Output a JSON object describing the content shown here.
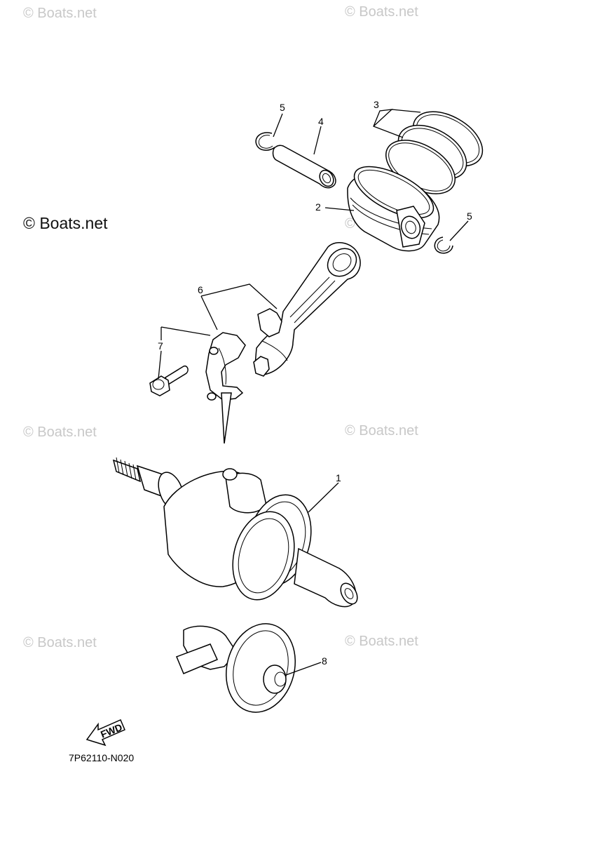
{
  "watermark": {
    "small_text": "© Boats.net",
    "large_text": "© Boats.net"
  },
  "diagram": {
    "callouts": [
      "1",
      "2",
      "3",
      "4",
      "5",
      "5",
      "6",
      "7",
      "8"
    ],
    "fwd_label": "FWD",
    "code": "7P62110-N020"
  },
  "colors": {
    "line": "#000000",
    "watermark": "#c8c8c8",
    "background": "#ffffff"
  },
  "icons": [
    "circlip-icon",
    "piston-pin-icon",
    "piston-ring-icon",
    "piston-icon",
    "connecting-rod-icon",
    "bearing-cap-icon",
    "bolt-icon",
    "crankshaft-icon",
    "balancer-shaft-icon",
    "fwd-arrow-icon"
  ]
}
